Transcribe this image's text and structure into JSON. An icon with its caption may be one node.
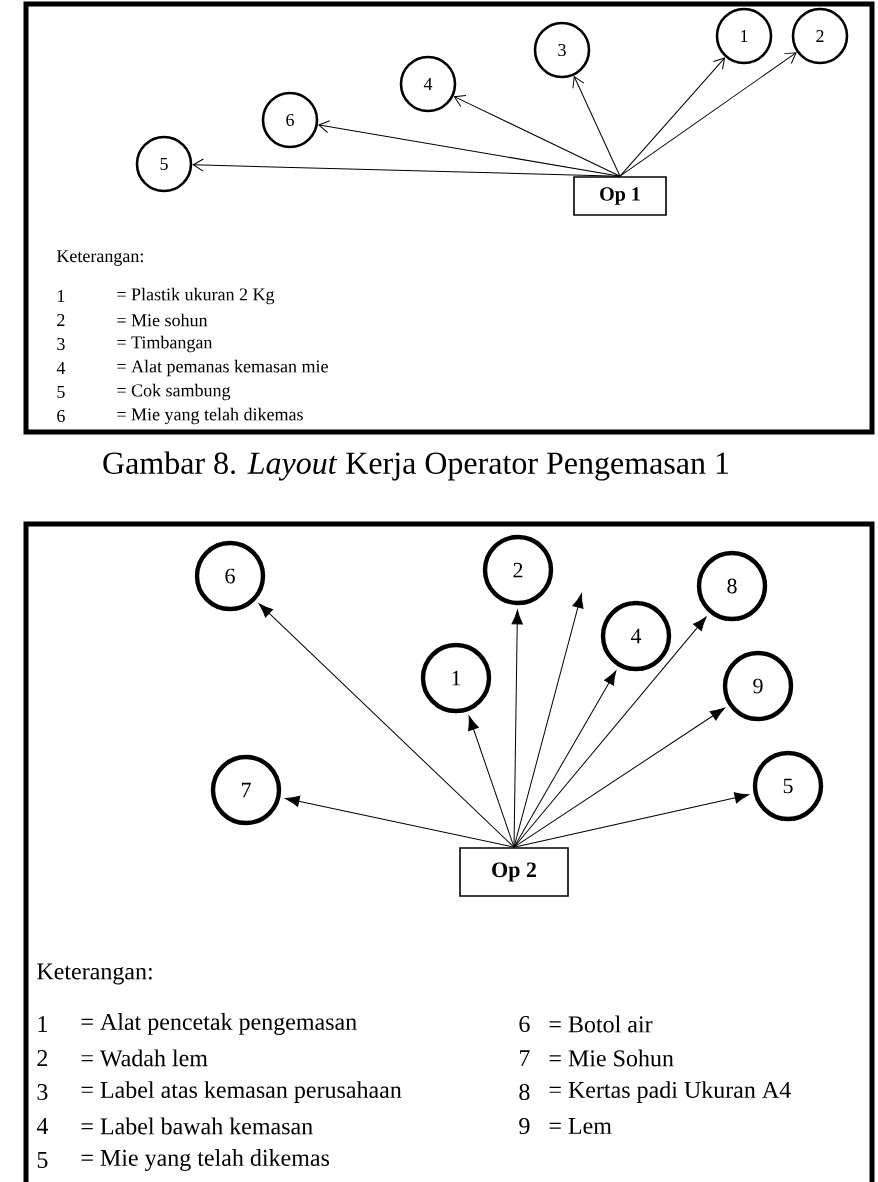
{
  "diagram": {
    "caption": "Gambar 8. *Layout* Kerja Operator Pengemasan 1",
    "nodes": [
      {
        "text": [
          "1"
        ]
      },
      {
        "text": [
          "2"
        ]
      },
      {
        "text": [
          "3"
        ]
      },
      {
        "text": [
          "4"
        ]
      },
      {
        "text": [
          "6"
        ]
      },
      {
        "text": [
          "5"
        ]
      },
      {
        "text": [
          "Op 1"
        ]
      },
      {
        "text": [
          "6"
        ]
      },
      {
        "text": [
          "2"
        ]
      },
      {
        "text": [
          "8"
        ]
      },
      {
        "text": [
          "4"
        ]
      },
      {
        "text": [
          "1"
        ]
      },
      {
        "text": [
          "9"
        ]
      },
      {
        "text": [
          "7"
        ]
      },
      {
        "text": [
          "5"
        ]
      },
      {
        "text": [
          "Op 2"
        ]
      }
    ],
    "edges": [
      {
        "from": 6,
        "to": 0,
        "arrow": "to"
      },
      {
        "from": 6,
        "to": 1,
        "arrow": "to"
      },
      {
        "from": 6,
        "to": 2,
        "arrow": "to"
      },
      {
        "from": 6,
        "to": 3,
        "arrow": "to"
      },
      {
        "from": 6,
        "to": 4,
        "arrow": "to"
      },
      {
        "from": 6,
        "to": 5,
        "arrow": "to"
      },
      {
        "from": 15,
        "to": 7,
        "arrow": "to"
      },
      {
        "from": 15,
        "to": 8,
        "arrow": "to"
      },
      {
        "from": 15,
        "to": 9,
        "arrow": "to"
      },
      {
        "from": 15,
        "to": 10,
        "arrow": "to"
      },
      {
        "from": 15,
        "to": 11,
        "arrow": "to"
      },
      {
        "from": 15,
        "to": 12,
        "arrow": "to"
      },
      {
        "from": 15,
        "to": 13,
        "arrow": "to"
      },
      {
        "from": 15,
        "to": 14,
        "arrow": "to"
      },
      {
        "from": 15,
        "to": null,
        "arrow": "to"
      }
    ],
    "labels": [
      "Keterangan:",
      "1",
      "= Plastik ukuran 2 Kg",
      "2",
      "= Mie sohun",
      "3",
      "= Timbangan",
      "4",
      "= Alat pemanas kemasan mie",
      "5",
      "= Cok sambung",
      "6",
      "= Mie yang telah dikemas",
      "Keterangan:",
      "1",
      "= Alat pencetak pengemasan",
      "6",
      "= Botol air",
      "2",
      "= Wadah lem",
      "7",
      "= Mie Sohun",
      "3",
      "= Label atas kemasan perusahaan",
      "8",
      "= Kertas padi Ukuran A4",
      "4",
      "= Label bawah kemasan",
      "9",
      "= Lem",
      "5",
      "= Mie yang telah dikemas"
    ]
  }
}
